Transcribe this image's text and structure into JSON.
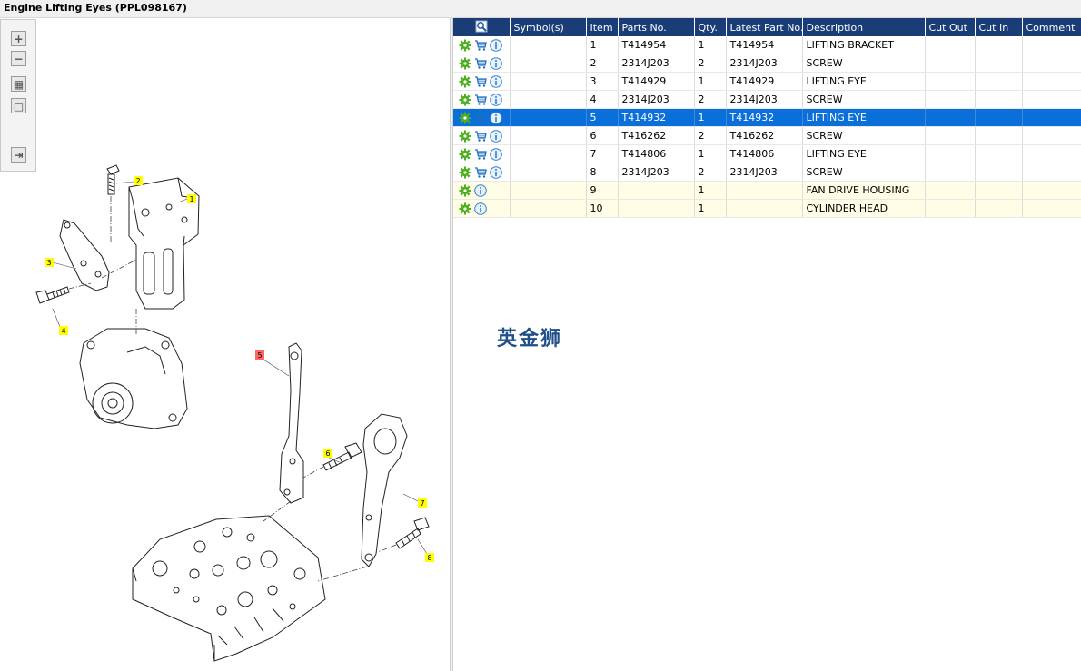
{
  "window": {
    "title": "Engine Lifting Eyes (PPL098167)"
  },
  "toolbar": {
    "buttons": [
      {
        "name": "zoom-in",
        "glyph": "+"
      },
      {
        "name": "zoom-out",
        "glyph": "−"
      },
      {
        "name": "fit-all",
        "glyph": "▦"
      },
      {
        "name": "fit-window",
        "glyph": "□"
      },
      {
        "name": "export",
        "glyph": "⇥"
      }
    ]
  },
  "drawing": {
    "callouts": [
      "1",
      "2",
      "3",
      "4",
      "5",
      "6",
      "7",
      "8"
    ],
    "highlight_color": "#ffff00",
    "selected_color": "#ff6666"
  },
  "grid": {
    "columns": [
      "Symbol(s)",
      "Item",
      "Parts No.",
      "Qty.",
      "Latest Part No.",
      "Description",
      "Cut Out",
      "Cut In",
      "Comment"
    ],
    "rows": [
      {
        "item": "1",
        "part": "T414954",
        "qty": "1",
        "latest": "T414954",
        "desc": "LIFTING BRACKET",
        "cart": true,
        "state": "normal"
      },
      {
        "item": "2",
        "part": "2314J203",
        "qty": "2",
        "latest": "2314J203",
        "desc": "SCREW",
        "cart": true,
        "state": "normal"
      },
      {
        "item": "3",
        "part": "T414929",
        "qty": "1",
        "latest": "T414929",
        "desc": "LIFTING EYE",
        "cart": true,
        "state": "normal"
      },
      {
        "item": "4",
        "part": "2314J203",
        "qty": "2",
        "latest": "2314J203",
        "desc": "SCREW",
        "cart": true,
        "state": "normal"
      },
      {
        "item": "5",
        "part": "T414932",
        "qty": "1",
        "latest": "T414932",
        "desc": "LIFTING EYE",
        "cart": true,
        "state": "selected"
      },
      {
        "item": "6",
        "part": "T416262",
        "qty": "2",
        "latest": "T416262",
        "desc": "SCREW",
        "cart": true,
        "state": "normal"
      },
      {
        "item": "7",
        "part": "T414806",
        "qty": "1",
        "latest": "T414806",
        "desc": "LIFTING EYE",
        "cart": true,
        "state": "normal"
      },
      {
        "item": "8",
        "part": "2314J203",
        "qty": "2",
        "latest": "2314J203",
        "desc": "SCREW",
        "cart": true,
        "state": "normal"
      },
      {
        "item": "9",
        "part": "",
        "qty": "1",
        "latest": "",
        "desc": "FAN DRIVE HOUSING",
        "cart": false,
        "state": "info"
      },
      {
        "item": "10",
        "part": "",
        "qty": "1",
        "latest": "",
        "desc": "CYLINDER HEAD",
        "cart": false,
        "state": "info"
      }
    ]
  },
  "watermark": {
    "text": "英金狮"
  },
  "colors": {
    "header": "#1a3d78",
    "selected": "#0a6fd8",
    "info_row": "#fffde6",
    "gear": "#4caf20",
    "info_icon": "#2a7fd4",
    "cart": "#1e6fc0"
  }
}
